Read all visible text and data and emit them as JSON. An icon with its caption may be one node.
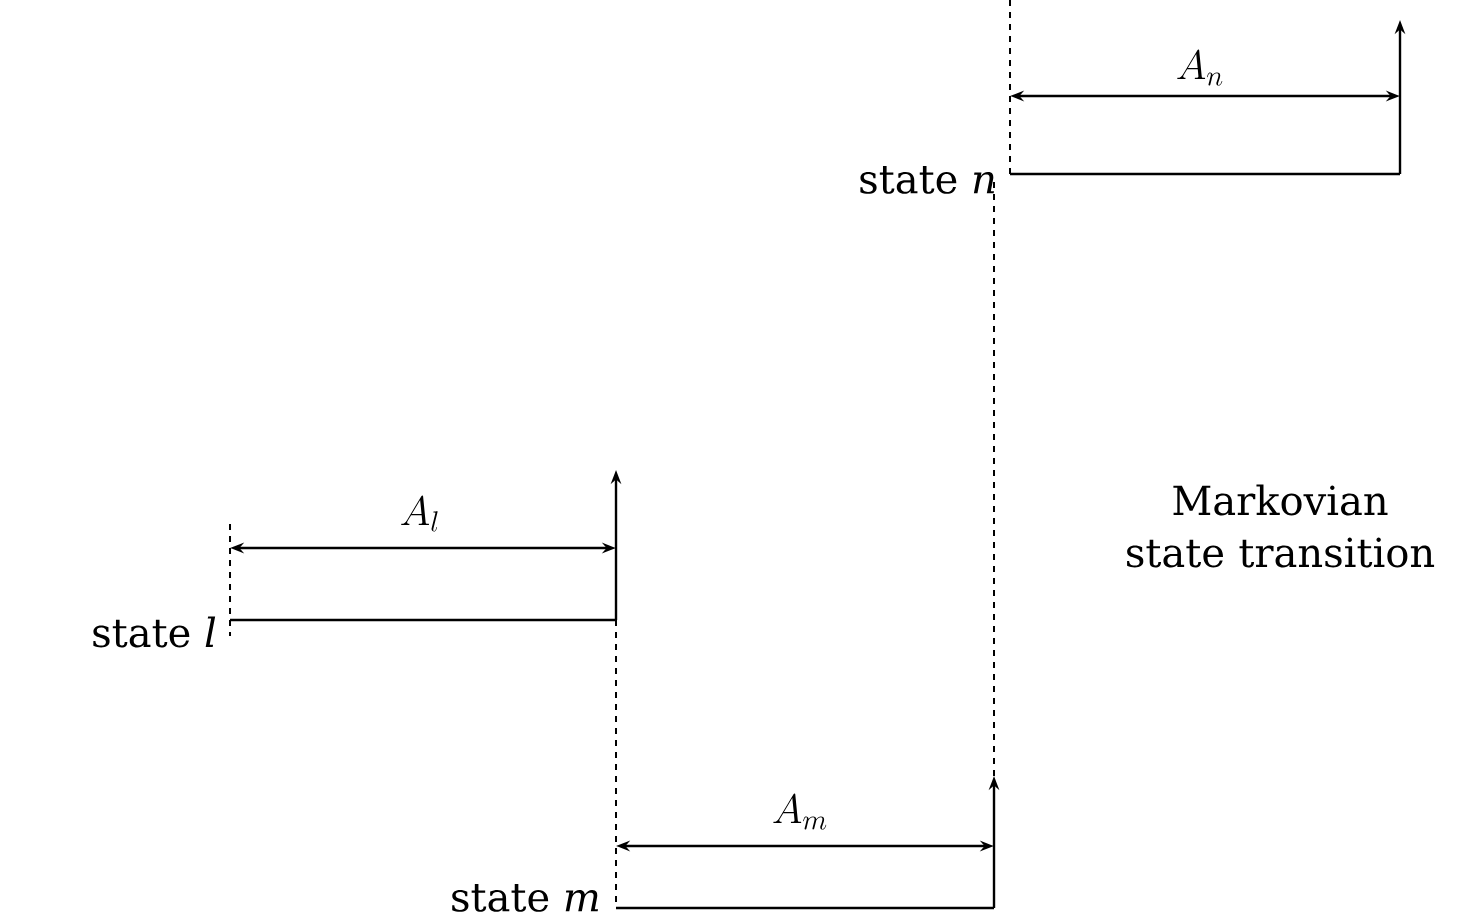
{
  "diagram": {
    "labels": [
      "A_n",
      "state *n*",
      "Markovian state transition",
      "A_l",
      "state *l*",
      "A_m",
      "state *m*"
    ]
  }
}
